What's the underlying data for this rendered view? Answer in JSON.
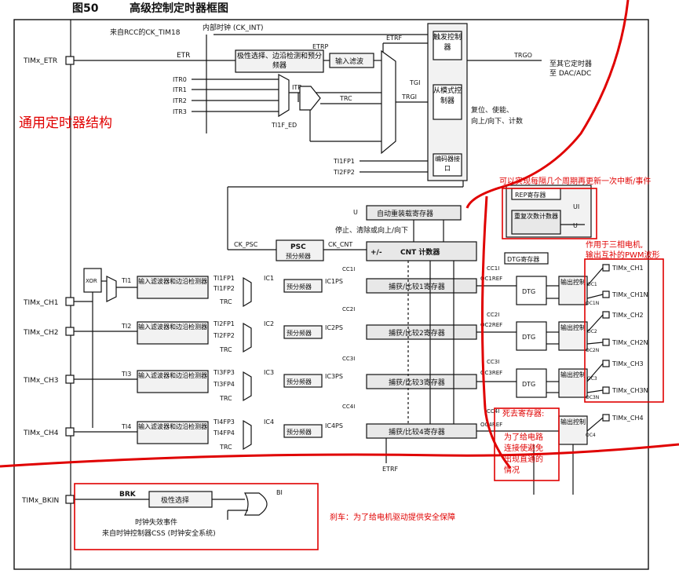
{
  "title": {
    "fig_no": "图50",
    "text": "高级控制定时器框图"
  },
  "pins": {
    "etr": "TIMx_ETR",
    "ch1": "TIMx_CH1",
    "ch2": "TIMx_CH2",
    "ch3": "TIMx_CH3",
    "ch4": "TIMx_CH4",
    "bkin": "TIMx_BKIN",
    "out_ch1": "TIMx_CH1",
    "out_ch1n": "TIMx_CH1N",
    "out_ch2": "TIMx_CH2",
    "out_ch2n": "TIMx_CH2N",
    "out_ch3": "TIMx_CH3",
    "out_ch3n": "TIMx_CH3N",
    "out_ch4": "TIMx_CH4"
  },
  "signals": {
    "rcc_clock": "来自RCC的CK_TIM18",
    "int_clock": "内部时钟 (CK_INT)",
    "etr": "ETR",
    "etrp": "ETRP",
    "etrf": "ETRF",
    "trgo": "TRGO",
    "itr0": "ITR0",
    "itr1": "ITR1",
    "itr2": "ITR2",
    "itr3": "ITR3",
    "itr": "ITR",
    "trc": "TRC",
    "ti1f_ed": "TI1F_ED",
    "tgi": "TGI",
    "trgi": "TRGI",
    "ti1fp1": "TI1FP1",
    "ti2fp2": "TI2FP2",
    "ck_psc": "CK_PSC",
    "ck_cnt": "CK_CNT",
    "pm": "+/-",
    "u": "U",
    "ui": "UI",
    "ti1": "TI1",
    "ti2": "TI2",
    "ti3": "TI3",
    "ti4": "TI4",
    "ch1_ti1fp1": "TI1FP1",
    "ch1_ti1fp2": "TI1FP2",
    "ch2_ti2fp1": "TI2FP1",
    "ch2_ti2fp2": "TI2FP2",
    "ch3_ti3fp3": "TI3FP3",
    "ch3_ti3fp4": "TI3FP4",
    "ch4_ti4fp3": "TI4FP3",
    "ch4_ti4fp4": "TI4FP4",
    "ic1": "IC1",
    "ic2": "IC2",
    "ic3": "IC3",
    "ic4": "IC4",
    "ic1ps": "IC1PS",
    "ic2ps": "IC2PS",
    "ic3ps": "IC3PS",
    "ic4ps": "IC4PS",
    "cc1i": "CC1I",
    "cc2i": "CC2I",
    "cc3i": "CC3I",
    "cc4i": "CC4I",
    "oc1ref": "OC1REF",
    "oc2ref": "OC2REF",
    "oc3ref": "OC3REF",
    "oc4ref": "OC4REF",
    "oc1": "OC1",
    "oc1n": "OC1N",
    "oc2": "OC2",
    "oc2n": "OC2N",
    "oc3": "OC3",
    "oc3n": "OC3N",
    "oc4": "OC4",
    "brk": "BRK",
    "bi": "BI",
    "xor": "XOR"
  },
  "blocks": {
    "trigger_ctrl": "触发控制器",
    "slave_mode_ctrl": "从模式控制器",
    "encoder_if": "编码器接口",
    "polarity_filter": "极性选择、边沿检测和预分频器",
    "input_filter": "输入滤波",
    "auto_reload": "自动重装载寄存器",
    "psc": "PSC",
    "psc_sub": "预分频器",
    "cnt": "CNT 计数器",
    "rep_reg": "REP寄存器",
    "rep_counter": "重复次数计数器",
    "dtg_reg": "DTG寄存器",
    "dtg": "DTG",
    "output_ctrl": "输出控制",
    "ch_filter": "输入滤波器和边沿检测器",
    "prescaler": "预分频器",
    "ccr1": "捕获/比较1寄存器",
    "ccr2": "捕获/比较2寄存器",
    "ccr3": "捕获/比较3寄存器",
    "ccr4": "捕获/比较4寄存器",
    "brk_polarity": "极性选择"
  },
  "notes": {
    "to_other_timers": "至其它定时器",
    "to_dac": "至 DAC/ADC",
    "reset_enable": "复位、使能、",
    "up_down_count": "向上/向下、计数",
    "stop_clear": "停止、清除或向上/向下",
    "clock_fail": "时钟失效事件",
    "from_css": "来自时钟控制器CSS (时钟安全系统)"
  },
  "annotations": {
    "general_timer": "通用定时器结构",
    "rep_note": "可以实现每隔几个周期再更新一次中断/事件",
    "complementary_note_1": "作用于三相电机,",
    "complementary_note_2": "输出互补的PWM波形",
    "deadtime_1": "死去寄存器:",
    "deadtime_2": "为了给电路",
    "deadtime_3": "连接使避免",
    "deadtime_4": "出现直通的",
    "deadtime_5": "情况",
    "brake": "刹车：为了给电机驱动提供安全保障"
  },
  "colors": {
    "annotation": "#e00000",
    "block_fill": "#f2f2f2",
    "register_fill": "#e8e8e8"
  }
}
